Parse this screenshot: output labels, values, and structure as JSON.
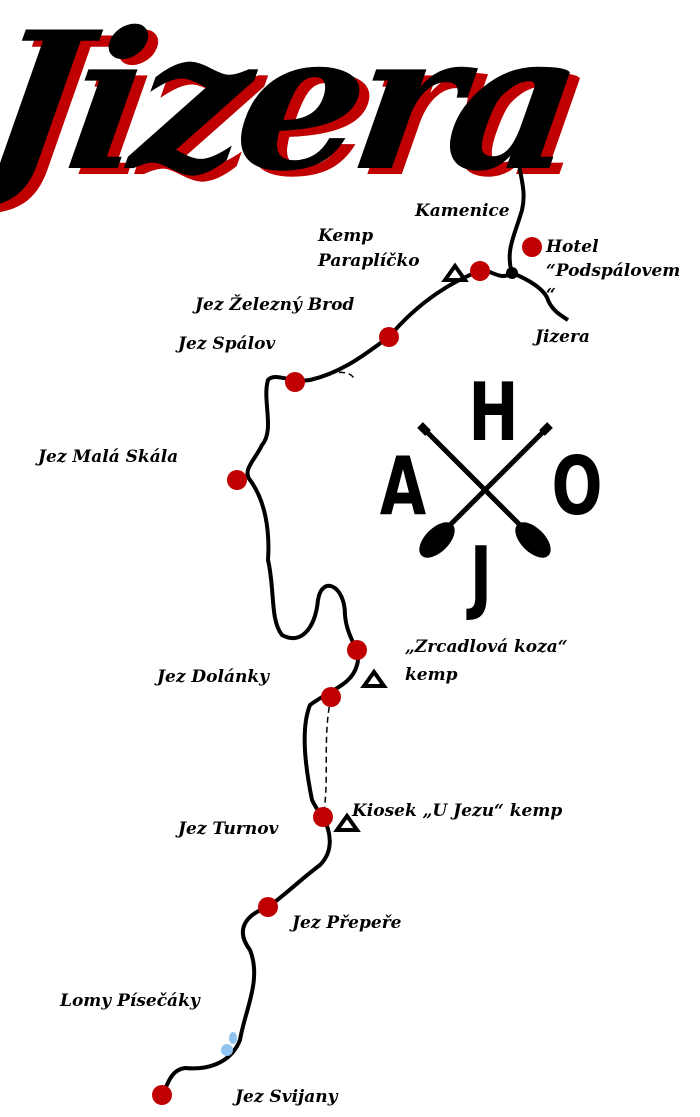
{
  "title": "Jizera",
  "colors": {
    "marker": "#c00000",
    "river": "#000000",
    "title_shadow": "#c00000",
    "lake": "#8fc4f0"
  },
  "labels": {
    "kamenice": "Kamenice",
    "kemp_paraplicko_1": "Kemp",
    "kemp_paraplicko_2": "Paraplíčko",
    "hotel_1": "Hotel",
    "hotel_2": "“Podspálovem",
    "hotel_3": "“",
    "jez_zelezny_brod": "Jez Železný Brod",
    "jez_spalov": "Jez Spálov",
    "jizera": "Jizera",
    "jez_mala_skala": "Jez Malá Skála",
    "zrcadlova_koza_1": "„Zrcadlová koza“",
    "zrcadlova_koza_2": "kemp",
    "jez_dolanky": "Jez Dolánky",
    "kiosek": "Kiosek „U Jezu“ kemp",
    "jez_turnov": "Jez Turnov",
    "jez_prepere": "Jez Přepeře",
    "lomy_pisecaky": "Lomy Písečáky",
    "jez_svijany": "Jez Svijany"
  },
  "logo": {
    "a": "A",
    "h": "H",
    "o": "O",
    "j": "J"
  },
  "icons": {
    "weir": "red-dot-marker",
    "camp": "tent-icon",
    "lake": "water-drops-icon",
    "logo": "crossed-paddles-icon"
  }
}
